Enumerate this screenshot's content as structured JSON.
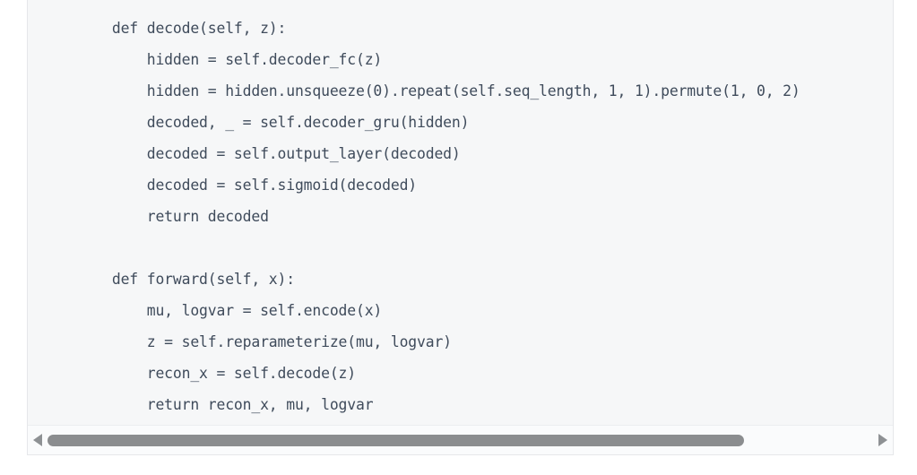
{
  "panel": {
    "name": "code-block-panel",
    "background_color": "#f6f7f8",
    "border_color": "#e6e7ea",
    "text_color": "#3f4b5b"
  },
  "code": {
    "language": "python",
    "lines": [
      "    def decode(self, z):",
      "        hidden = self.decoder_fc(z)",
      "        hidden = hidden.unsqueeze(0).repeat(self.seq_length, 1, 1).permute(1, 0, 2)",
      "        decoded, _ = self.decoder_gru(hidden)",
      "        decoded = self.output_layer(decoded)",
      "        decoded = self.sigmoid(decoded)",
      "        return decoded",
      "",
      "    def forward(self, x):",
      "        mu, logvar = self.encode(x)",
      "        z = self.reparameterize(mu, logvar)",
      "        recon_x = self.decode(z)",
      "        return recon_x, mu, logvar"
    ],
    "text": "    def decode(self, z):\n        hidden = self.decoder_fc(z)\n        hidden = hidden.unsqueeze(0).repeat(self.seq_length, 1, 1).permute(1, 0, 2)\n        decoded, _ = self.decoder_gru(hidden)\n        decoded = self.output_layer(decoded)\n        decoded = self.sigmoid(decoded)\n        return decoded\n\n    def forward(self, x):\n        mu, logvar = self.encode(x)\n        z = self.reparameterize(mu, logvar)\n        recon_x = self.decode(z)\n        return recon_x, mu, logvar"
  },
  "scrollbar": {
    "orientation": "horizontal",
    "left_arrow_icon": "triangle-left-icon",
    "right_arrow_icon": "triangle-right-icon",
    "thumb_color": "#8b8d8f",
    "track_color": "#fafbfc",
    "thumb_position_percent": 0,
    "thumb_width_percent": 84
  }
}
